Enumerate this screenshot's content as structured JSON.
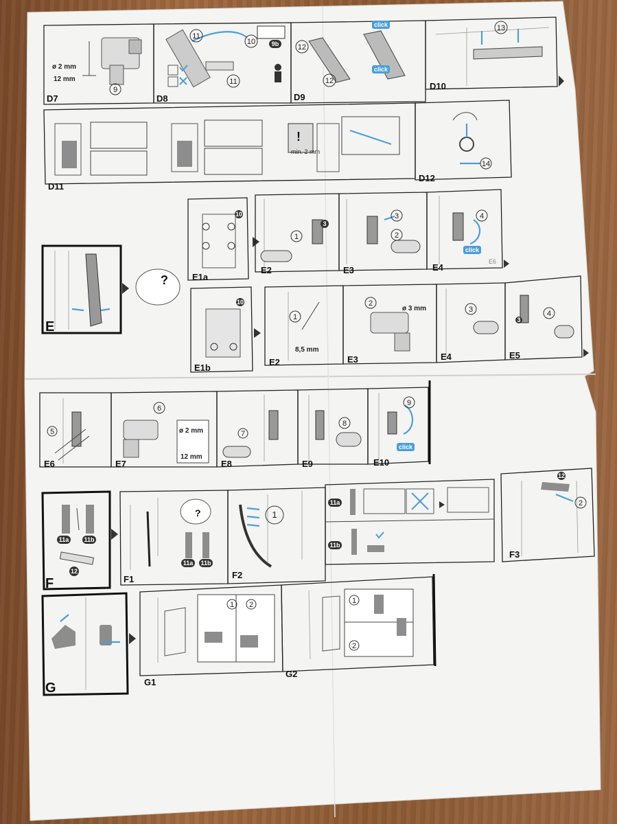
{
  "row1": {
    "D7": {
      "label": "D7",
      "dims": [
        "ø 2 mm",
        "12 mm"
      ],
      "step": "9"
    },
    "D8": {
      "label": "D8",
      "steps": [
        "11",
        "10",
        "9b",
        "11"
      ]
    },
    "D9": {
      "label": "D9",
      "steps": [
        "12",
        "12"
      ],
      "click": "click"
    },
    "D10": {
      "label": "D10",
      "step": "13"
    }
  },
  "row2": {
    "D11": {
      "label": "D11",
      "note": "min. 2 mm"
    },
    "D12": {
      "label": "D12",
      "step": "14"
    }
  },
  "sectionE": {
    "E": {
      "label": "E"
    },
    "E1a": {
      "label": "E1a",
      "step": "10"
    },
    "E2a": {
      "label": "E2",
      "steps": [
        "1",
        "3"
      ]
    },
    "E3a": {
      "label": "E3",
      "steps": [
        "3",
        "2"
      ]
    },
    "E4a": {
      "label": "E4",
      "step": "4",
      "click": "click",
      "ref": "E6"
    },
    "E1b": {
      "label": "E1b",
      "step": "10"
    },
    "E2b": {
      "label": "E2",
      "step": "1",
      "dim": "8,5 mm"
    },
    "E3b": {
      "label": "E3",
      "step": "2",
      "dim": "ø 3 mm"
    },
    "E4b": {
      "label": "E4",
      "step": "3"
    },
    "E5b": {
      "label": "E5",
      "steps": [
        "3",
        "4"
      ]
    }
  },
  "row4": {
    "E6": {
      "label": "E6",
      "step": "5"
    },
    "E7": {
      "label": "E7",
      "step": "6",
      "dims": [
        "ø 2 mm",
        "12 mm"
      ]
    },
    "E8": {
      "label": "E8",
      "step": "7"
    },
    "E9": {
      "label": "E9",
      "step": "8"
    },
    "E10": {
      "label": "E10",
      "step": "9",
      "click": "click"
    }
  },
  "sectionF": {
    "F": {
      "label": "F",
      "parts": [
        "11a",
        "11b",
        "12"
      ]
    },
    "F1": {
      "label": "F1",
      "parts": [
        "11a",
        "11b"
      ]
    },
    "F2": {
      "label": "F2",
      "step": "1"
    },
    "F2detail": {
      "tags": [
        "11a",
        "11b"
      ]
    },
    "F3": {
      "label": "F3",
      "steps": [
        "12",
        "2"
      ]
    }
  },
  "sectionG": {
    "G": {
      "label": "G"
    },
    "G1": {
      "label": "G1",
      "steps": [
        "1",
        "2"
      ]
    },
    "G2": {
      "label": "G2",
      "steps": [
        "1",
        "2"
      ]
    }
  },
  "colors": {
    "accent": "#4a9fd8",
    "ink": "#222222",
    "paper": "#f4f4f2",
    "wood": "#8c5a34"
  }
}
